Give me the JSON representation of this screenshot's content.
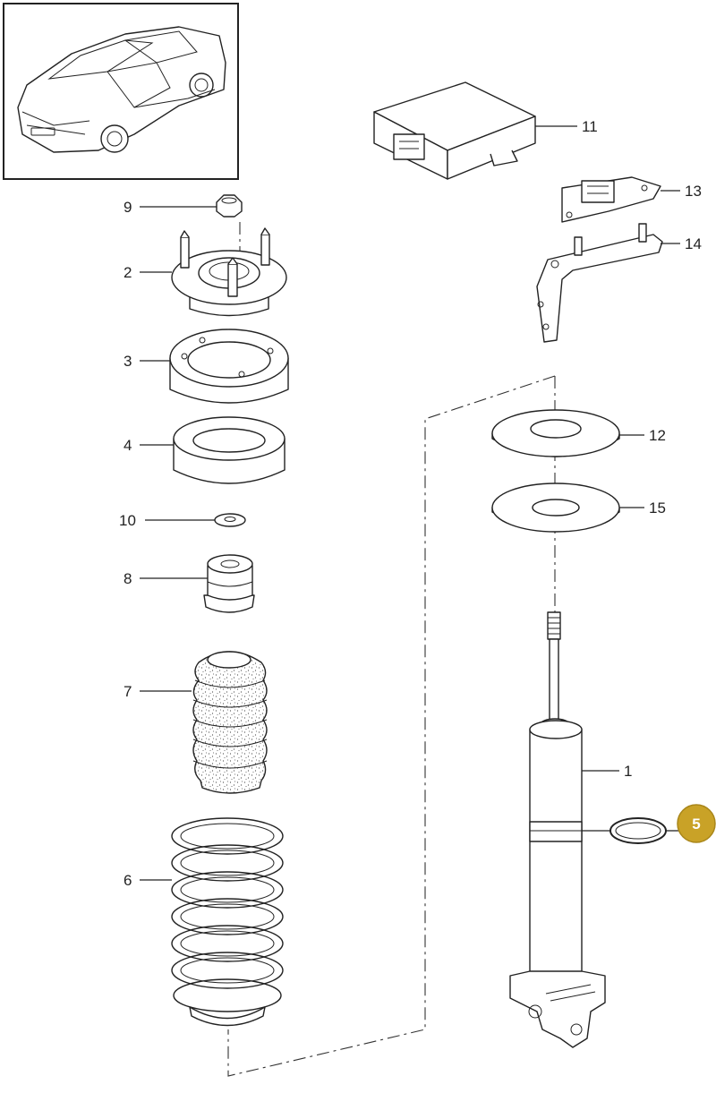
{
  "callouts": {
    "c1": "1",
    "c2": "2",
    "c3": "3",
    "c4": "4",
    "c5": "5",
    "c6": "6",
    "c7": "7",
    "c8": "8",
    "c9": "9",
    "c10": "10",
    "c11": "11",
    "c12": "12",
    "c13": "13",
    "c14": "14",
    "c15": "15"
  },
  "highlight": {
    "part": "5",
    "color": "#c9a227"
  },
  "icons": {
    "vehicle_thumbnail": "sports-coupe-icon"
  }
}
